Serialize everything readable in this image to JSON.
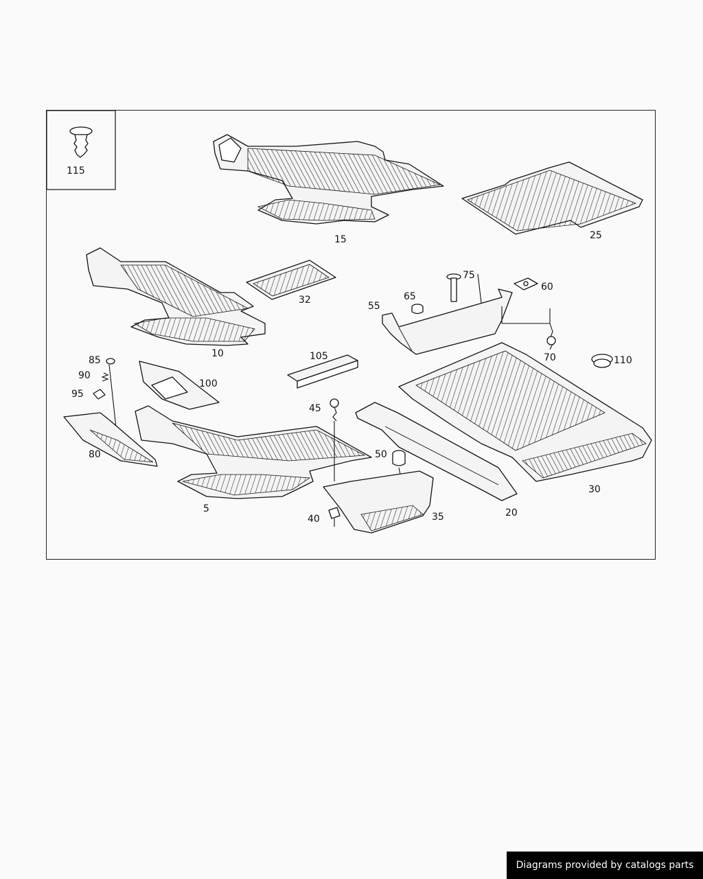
{
  "callouts": {
    "c115": "115",
    "c15": "15",
    "c25": "25",
    "c10": "10",
    "c32": "32",
    "c55": "55",
    "c65": "65",
    "c75": "75",
    "c60": "60",
    "c70": "70",
    "c110": "110",
    "c105": "105",
    "c85": "85",
    "c90": "90",
    "c95": "95",
    "c100": "100",
    "c80": "80",
    "c5": "5",
    "c45": "45",
    "c50": "50",
    "c40": "40",
    "c35": "35",
    "c20": "20",
    "c30": "30"
  },
  "footer": {
    "text": "Diagrams provided by catalogs parts"
  }
}
